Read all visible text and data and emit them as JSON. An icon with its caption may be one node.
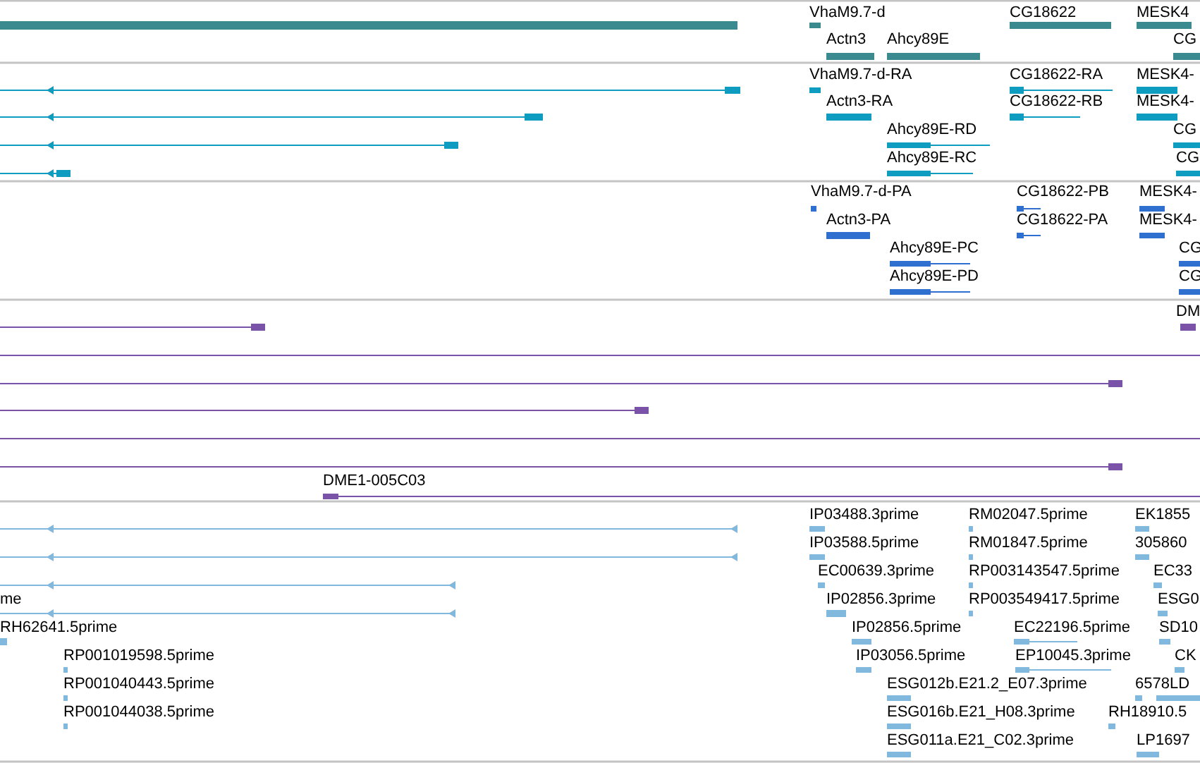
{
  "diagram": {
    "labels": [
      "VhaM9.7-d",
      "CG18622",
      "MESK4",
      "Actn3",
      "Ahcy89E",
      "CG",
      "VhaM9.7-d-RA",
      "CG18622-RA",
      "MESK4-",
      "Actn3-RA",
      "CG18622-RB",
      "MESK4-",
      "Ahcy89E-RD",
      "CG",
      "Ahcy89E-RC",
      "CG",
      "VhaM9.7-d-PA",
      "CG18622-PB",
      "MESK4-",
      "Actn3-PA",
      "CG18622-PA",
      "MESK4-",
      "Ahcy89E-PC",
      "CG",
      "Ahcy89E-PD",
      "CG",
      "DM",
      "DME1-005C03",
      "IP03488.3prime",
      "RM02047.5prime",
      "EK1855",
      "IP03588.5prime",
      "RM01847.5prime",
      "305860",
      "EC00639.3prime",
      "RP003143547.5prime",
      "EC33",
      "me",
      "IP02856.3prime",
      "RP003549417.5prime",
      "ESG0",
      "RH62641.5prime",
      "IP02856.5prime",
      "EC22196.5prime",
      "SD10",
      "RP001019598.5prime",
      "IP03056.5prime",
      "EP10045.3prime",
      "CK",
      "RP001040443.5prime",
      "ESG012b.E21.2_E07.3prime",
      "6578LD",
      "RP001044038.5prime",
      "ESG016b.E21_H08.3prime",
      "RH18910.5",
      "ESG011a.E21_C02.3prime",
      "LP1697"
    ]
  }
}
